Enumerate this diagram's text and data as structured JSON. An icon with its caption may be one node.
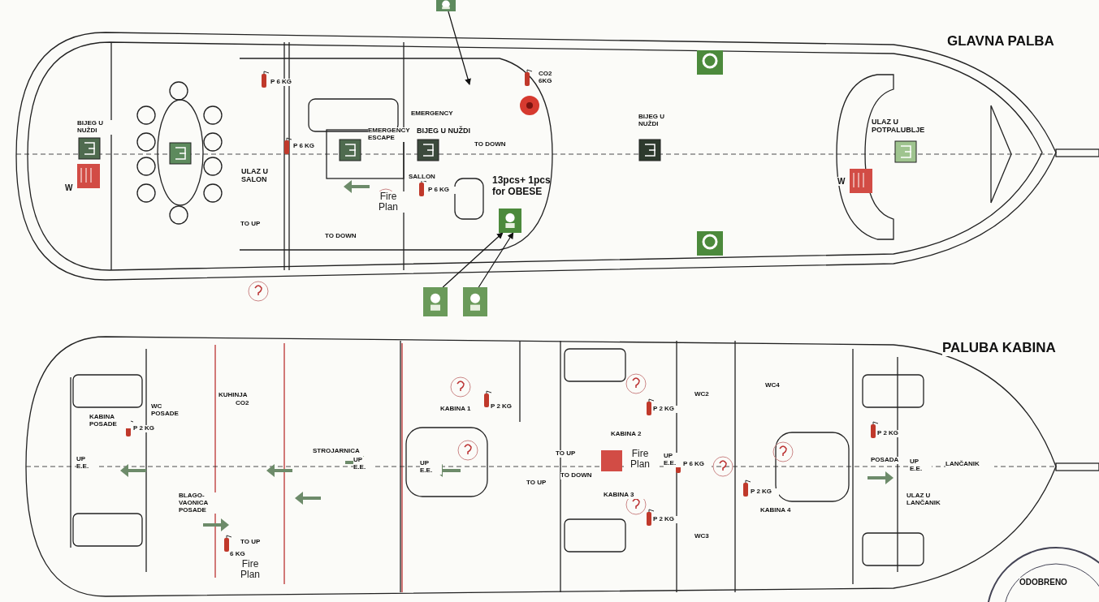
{
  "diagram": {
    "nodes": [
      {
        "text": [],
        "shape": "picture"
      },
      {
        "text": [],
        "shape": "picture",
        "beside": [
          "13pcs+ 1pcs for OBESE"
        ]
      },
      {
        "text": [],
        "shape": "picture"
      },
      {
        "text": [],
        "shape": "picture"
      }
    ],
    "edges": [
      {
        "from": 0,
        "to": null,
        "arrow": "to"
      },
      {
        "from": 2,
        "to": 1,
        "arrow": "to"
      },
      {
        "from": 3,
        "to": 1,
        "arrow": "to"
      }
    ],
    "labels": [
      "GLAVNA PALBA",
      "BIJEG U NUŽDI",
      "P 6 KG",
      "ULAZ U SALON",
      "TO UP",
      "P 6 KG",
      "EMERGENCY ESCAPE",
      "BIJEG U NUŽDI",
      "TO DOWN",
      "EMERGENCY",
      "SALLON",
      "P 6 KG",
      "Fire Plan",
      "CO2 6KG",
      "TO DOWN",
      "BIJEG U NUŽDI",
      "ULAZ U POTPALUBLJE",
      "PALUBA KABINA",
      "KABINA POSADE",
      "P 2 KG",
      "WC POSADE",
      "KUHINJA",
      "CO2",
      "UP E.E.",
      "STROJARNICA",
      "UP E.E.",
      "BLAGO- VAONICA POSADE",
      "TO UP",
      "6 KG",
      "Fire Plan",
      "KABINA 1",
      "P 2 KG",
      "UP E.E.",
      "TO UP",
      "TO UP",
      "TO DOWN",
      "KABINA 2",
      "P 2 KG",
      "Fire Plan",
      "UP E.E.",
      "P 6 KG",
      "KABINA 3",
      "P 2 KG",
      "WC2",
      "WC4",
      "WC3",
      "P 2 KG",
      "KABINA 4",
      "P 2 KG",
      "POSADA",
      "UP E.E.",
      "LANČANIK",
      "ULAZ U LANČANIK",
      "ODOBRENO",
      "W",
      "W"
    ]
  }
}
